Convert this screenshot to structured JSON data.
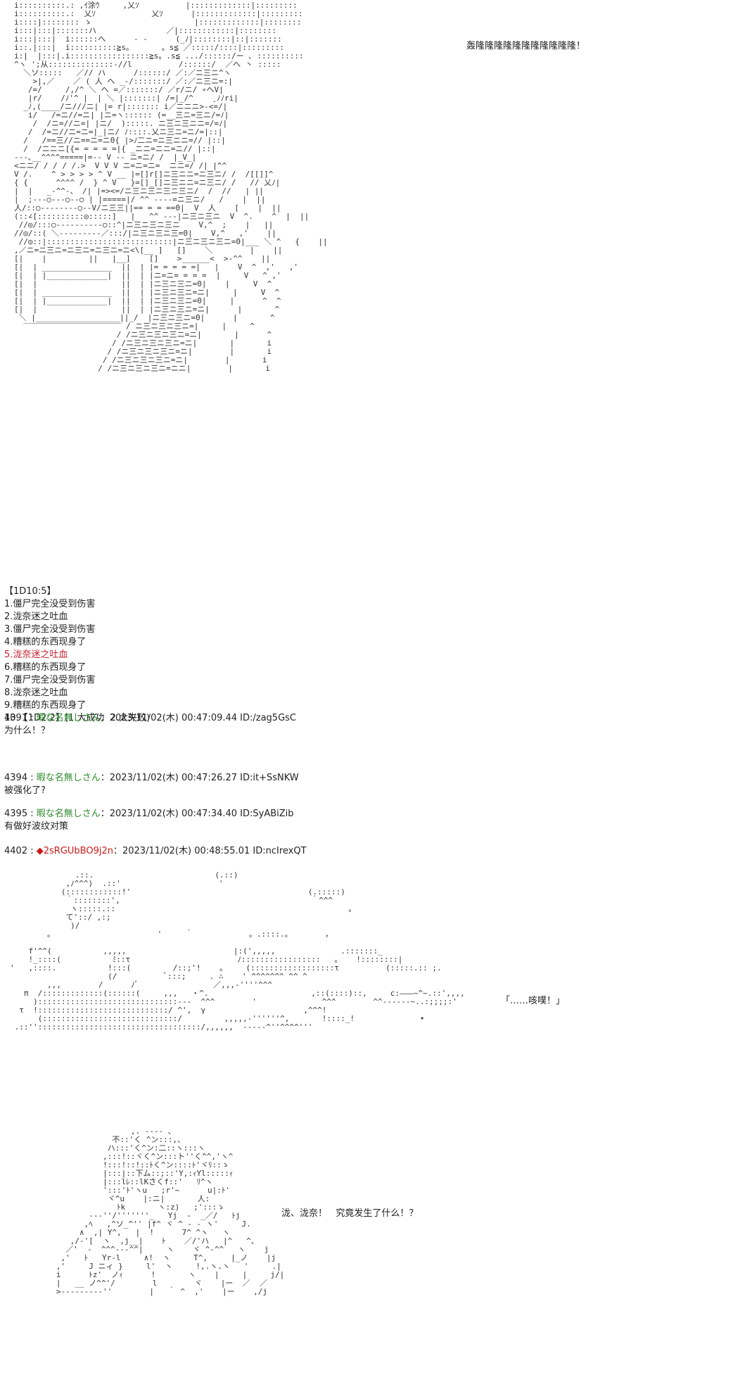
{
  "panel1": {
    "sfx": "轰隆隆隆隆隆隆隆隆隆隆隆！",
    "art_lines": [
      "i::::::::::.: ,ｲ涂ｳ     ,乂ｿ          |:::::::::::::|:::::::::",
      "i::::::::::.:  乂ｿ            乂ｿ      |:::::::::::::|:::::::::",
      "i::::|:::::::: ゝ                      |:::::::::::::|::::::::",
      "i:::|:::|:::::::ハ               ／|::::::::::::|::::::::",
      "i:::|:::|  i::::::へ      - -      (_ﾉ|::::::::|::|:::::::",
      "i::.|:::|  i::::::::::≧s。      。s≦ ／:::::/::::|:::::::::",
      "i:|  |:::|.i:::::::::::::::::≧s。.s≦ .../::::::/ー ､ ::::::::::",
      "^ヽ ';从::::::::::::::-//l          /::::::/  ／へ 丶 :::::",
      "  ＼ソ:::::   ／// ハ      /::::::/ ／:／ニ三ニ^ヽ",
      "    >|,／    ／ ( 人 へ _-/:::::::/ ／:／ニ三ニ=:|",
      "   /=/     /,/^ ＼ へ =／:::::::/ ／r/ニ/ ∘へV|",
      "   |r/    /ﾉ'^ |  | ＼ |:::::::| /=|_/^    ¸ﾉﾉri|",
      "  _ﾉ,(____/ニ///ニ| |= r|::::::: i／ニニニ>-<=/|",
      "   i/   /=ニ//=ニ| |ニ=ヽ:::::: (=__三ニ=三ニ/=ﾉ|",
      "    /  /ニ=//ニ=| |ニ/  ):::::. ニ三ニ三ニニ=/=ﾉ|",
      "   /  /=ニ//ニ=ニ=|_|ニ/ ﾉ::::.乂ニ三ニ=ニ/=|::|",
      "  /   /==三//ニ==ニ=ニ0{ |>ﾉ二ニ=ニ三ニニ=// |::|",
      "  /  /ニニニ[{= = = = =|{ _ニニ=ニニ=ニ// |::|",
      "-‐-､__^^^^=====|=-- V -- ニ=ニ/ /  |_V_|",
      "<ニニ/ / / / /.>  V V V ニ=ニ=ニ=  ニニ=/ /| |^^",
      "V /.    ^ > > > > ^ V __ |=[]r[]ニ三ニニ=ニ三ニ/ /  /[[]]^",
      "{ {      ^^^^ /  } ^ V   }=[]_[]ニ三ニニ=ニ三ニ/ /   // 乂ﾉ|",
      "|  |   _-^^-、 /| |=><=/ニ三ニ三ニ三ニ三ニ/  /  //   | ||",
      "|  ;---○---○--○ | |=====|/ ^^ ‐‐‐‐=ニ三ニ/   /    |  ||",
      "人/::○--------○--V/ニ三三||== = = ==0|  V  人    [    |  ||",
      "(::∠[::::::::::◎:::::]   |   ^^ ‐‐‐|ニ三ニ三ニ  V  ^.    ^  |  ||",
      " //◎/:::○----------○::^|ニ三ニ三ニ三ニ    V,^  ;    |   ||",
      "//◎/::( ＼--------‐／:::/|ニ三ニ三ニ三=0|    V,^   ,'    ||",
      " //◎::|:::::::::::::::::::::::::::|ニ三ニ三ニ三ニ=0|___ ＼ ^   {    ||",
      ",／ニ=ニ三ニ=ニ三ニ=ニ三ニ=ニ<\\[__ ]   []    ＼        |    ||",
      "[|    |         ||   |__]    []    >______<  >-^^    ||",
      "[|  | _______________  ||  | |= = = = =|   |    V  ^  ,'   ,'",
      "[|  | |_____________|  ||  | |ニ=ニ= = = =  |     V   ^ ,'",
      "[|  |                  ||  | |ニ三ニ三ニ=0|    |     V  ^",
      "[|  | _______________  ||  | |ニ三ニ三ニ=ニ|     |     V  ^",
      "[|  | |_____________|  ||  | |ニ三ニ三ニ=0|     |      ^  ^",
      "[|  |                  ||  | |ニ三ニ三ニ=ニ|      |       ^",
      " ＼ |__________________||_/  |ニ三ニ三ニ=0|      |       ^",
      "  ‾‾‾‾‾‾‾‾‾‾‾‾‾‾‾‾‾‾‾‾‾ / ニ三ニ三ニ三ニ=|     |     ^",
      "                      / /ニ三ニ三ニ三ニ=ニ|       |      ^",
      "                     / /ニ三ニ三ニ三ニ=ニ|       |       i",
      "                    / /ニ三ニ三ニ三ニ=ニ|        |       i",
      "                   / /ニ三ニ三ニ三ニ=ニ|        |       i",
      "                  / /ニ三ニ三ニ三ニ=ニニ|        |       i"
    ]
  },
  "dice": {
    "header": "【1D10:5】",
    "items": [
      "1.僵尸完全没受到伤害",
      "2.泷奈迷之吐血",
      "3.僵尸完全没受到伤害",
      "4.糟糕的东西现身了",
      "5.泷奈迷之吐血",
      "6.糟糕的东西现身了",
      "7.僵尸完全没受到伤害",
      "8.泷奈迷之吐血",
      "9.糟糕的东西现身了",
      "10.【1D2:2】(1.大成功  2.大失败)"
    ],
    "highlight_color": "#c81e2c"
  },
  "posts": [
    {
      "num": "4391",
      "name": "暇な名無しさん",
      "meta": "：2023/11/02(木) 00:47:09.44 ID:/zag5GsC",
      "body": "为什么！？"
    },
    {
      "num": "4394",
      "name": "暇な名無しさん",
      "meta": "：2023/11/02(木) 00:47:26.27 ID:it+SsNKW",
      "body": "被强化了?"
    },
    {
      "num": "4395",
      "name": "暇な名無しさん",
      "meta": "：2023/11/02(木) 00:47:34.40 ID:SyABiZib",
      "body": "有做好波纹对策"
    },
    {
      "num": "4402",
      "name": "◆2sRGUbBO9j2n",
      "meta": "：2023/11/02(木) 00:48:55.01 ID:ncIrexQT",
      "body": ""
    }
  ],
  "panel2": {
    "speech": "「……咳噗！」",
    "art_lines": [
      "              .::.                          (.::)",
      "            ,ﾉ^^^)  .::'                     '",
      "           (::::::::::::!'                                      (.:::::)",
      "            ｀::::::::',                                         ｀^^^",
      "             ヽ:::::.::                                                  。",
      "            て'::/ ,:;",
      "             )/",
      "        。                      '     ｀            。.::::.。       ，",
      "",
      "    f'^^(           ,,,,,                       |:(',,,,,              .:::::::_",
      "    !_::::(           ﾐ::τ                       ﾉ:::::::::::::::::   。   !::::::::|",
      "'   ,::::.           !:::(         /::;'!    。    (::::::::::::::::::τ          (:::::.:: ;.",
      "                     (/          ﾞ:::;     . ∴    ' ^^^^^^^ ^^ ^",
      "        ,,,        /      ﾉﾞ                ／,,,-''''^^^",
      "   π  /:::::::::::::(::::::(     ,,,   ・^.                      ,::(::::)::,     c:———~^~.::',,,,",
      "     )::::::::::::::::::::::::::::::‐‐‐  ^^^        '              ^^^        ^^‐‐‐‐‐‐~..:;;;;:'",
      "  τ  !::::::::::::::::::::::::::::/ ^',  γ                     ,^^^!",
      "      (:::::::::::::::::::::::::::::/         ,,,,,-''''''^,       !::::_!              •",
      " .::'':::::::::::::::::::::::::::::::::::/,,,,,,  ‐‐‐‐-^''^^^^'''"
    ]
  },
  "panel3": {
    "speech": "泷、泷奈！   究竟发生了什么！？",
    "art_lines": [
      "                   ,. ‐‐-- ､",
      "               不::'く ^ン:::,、",
      "              ハ:::'く^ン:二::ヽ:::ヽ",
      "             ,:::!::ヾく^ン:::ト''く^^,'ヽ^",
      "             !:::!::!::ﾄく^ン::::ﾄ'ヾﾘ::ゝ",
      "             |:::|::下ム::;::'Y,:ｨYl:::::ｨ",
      "             |:::lﾚ::lKさくf::'   ﾘ^ヽ",
      "             ':::'ﾄ'ヽu   ;r'~      u|:ﾄ'",
      "              ヾ^u    |:ニ|       人:",
      "                ﾄk       ヽ:z)   ;':::ゝ",
      "          ‐‐‐''/'''''''_   Yj  ‐  _／/   ﾄj",
      "         ,ﾍ   ,^ソ_^'' |f^ ヾ ^ ‐ ‐ ヽ'     J.",
      "        ∧  ,| Y^,   |  !      7^ ^ヽ   ヽ",
      "      ,/‐'[  ヽ  ,j__|    ﾄ    ／/'ハ   |^   ^、",
      "     ／'  ‐  ^^^‐-‐^^|     ヽ    ヾ ^‐^^   ヽ    j",
      "    ,'   ﾄ   Yr-l     ∧!  ヽ     T^,     |_ノ    |j",
      "   ,'     J ニィ }     l'  ヽ     !,.ヽ.ヽ   '     .|",
      "   i      ﾄz'  ノｨ      !       ヽ    |     |     j/|",
      "   |   __ ノ^^'/        l        ヾ    |ー  ／  ／",
      "   >‐‐‐‐‐‐‐‐‐''        |   ｀ ^  ,'    |ー    ,/j"
    ]
  }
}
